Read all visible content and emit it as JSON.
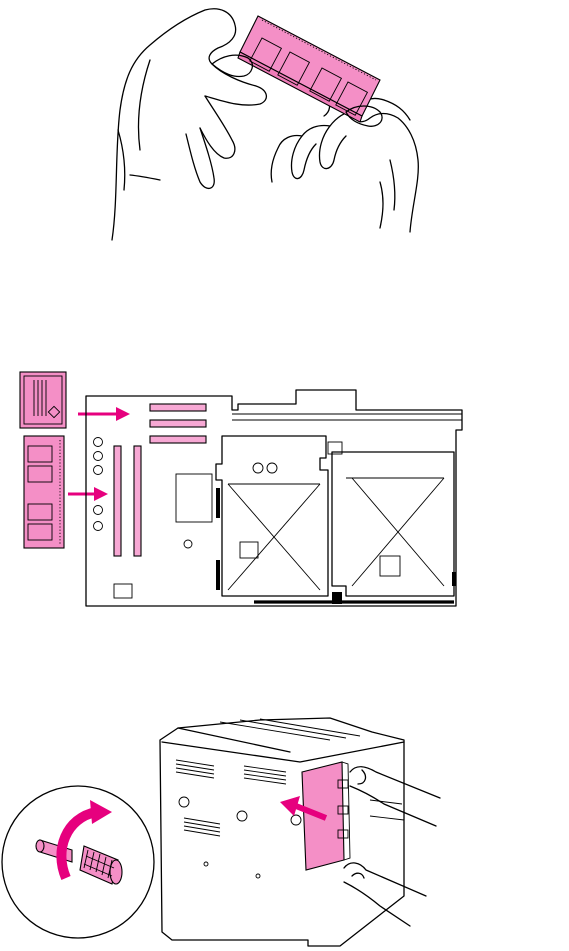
{
  "colors": {
    "accent_pink": "#f48fc6",
    "arrow_magenta": "#e6007e",
    "line": "#000000",
    "background": "#ffffff"
  },
  "figures": [
    {
      "id": "handling-memory-module",
      "highlight": "pink"
    },
    {
      "id": "formatter-board-slots",
      "highlight": "pink",
      "arrows": 2
    },
    {
      "id": "reinstall-formatter-board",
      "highlight": "pink",
      "arrows": 2
    }
  ],
  "icons": [
    "dimm-module-icon",
    "font-card-icon",
    "thumbscrew-icon",
    "curved-arrow-icon",
    "insert-arrow-icon"
  ]
}
